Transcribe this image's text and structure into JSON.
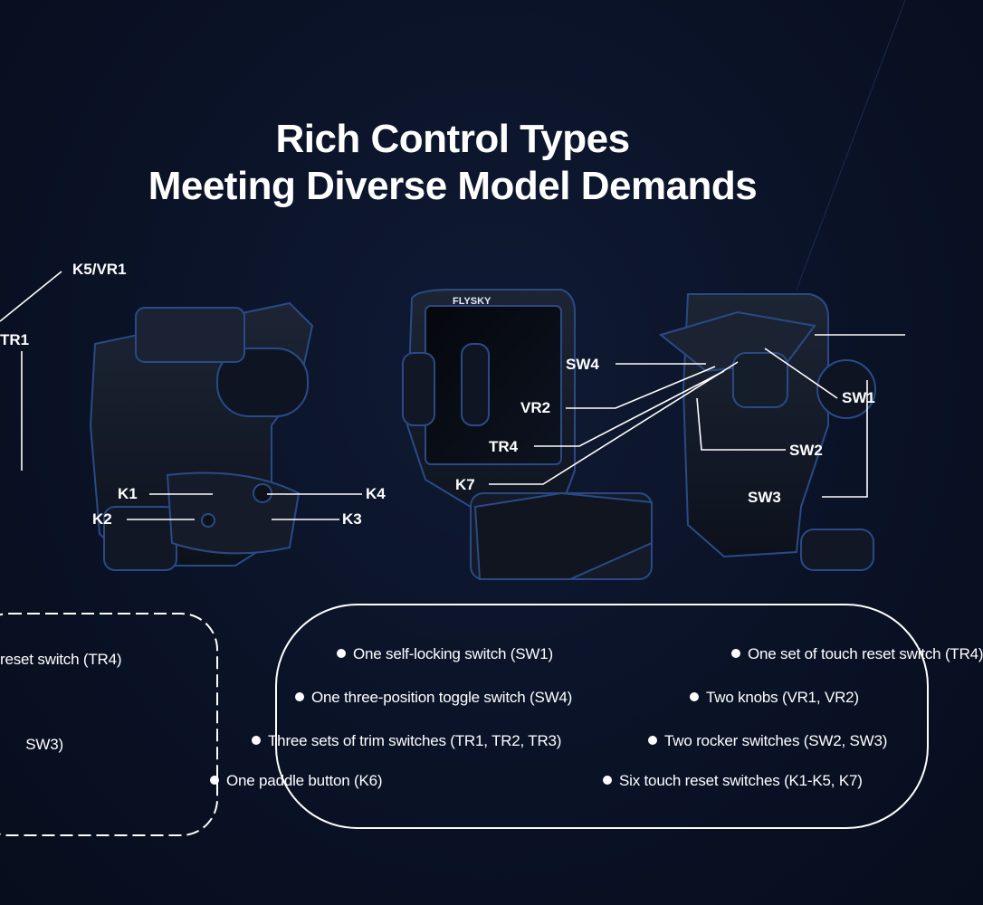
{
  "title": {
    "line1": "Rich Control Types",
    "line2": "Meeting Diverse Model Demands"
  },
  "brand": "FLYSKY",
  "callouts": {
    "k5_vr1": "K5/VR1",
    "tr1": "TR1",
    "k1": "K1",
    "k2": "K2",
    "k3": "K3",
    "k4": "K4",
    "sw4": "SW4",
    "vr2": "VR2",
    "tr4": "TR4",
    "k7": "K7",
    "sw1": "SW1",
    "sw2": "SW2",
    "sw3": "SW3"
  },
  "features_left_box": [
    "reset switch (TR4)",
    "SW3)"
  ],
  "features": [
    "One self-locking switch (SW1)",
    "One set of touch reset switch (TR4)",
    "One three-position toggle switch (SW4)",
    "Two knobs (VR1, VR2)",
    "Three sets of trim switches (TR1, TR2, TR3)",
    "Two rocker switches (SW2, SW3)",
    "One paddle button (K6)",
    "Six touch reset switches (K1-K5, K7)"
  ],
  "colors": {
    "background": "#0a1226",
    "outline": "#2a4a86",
    "device": "#161c28",
    "text": "#ffffff"
  }
}
